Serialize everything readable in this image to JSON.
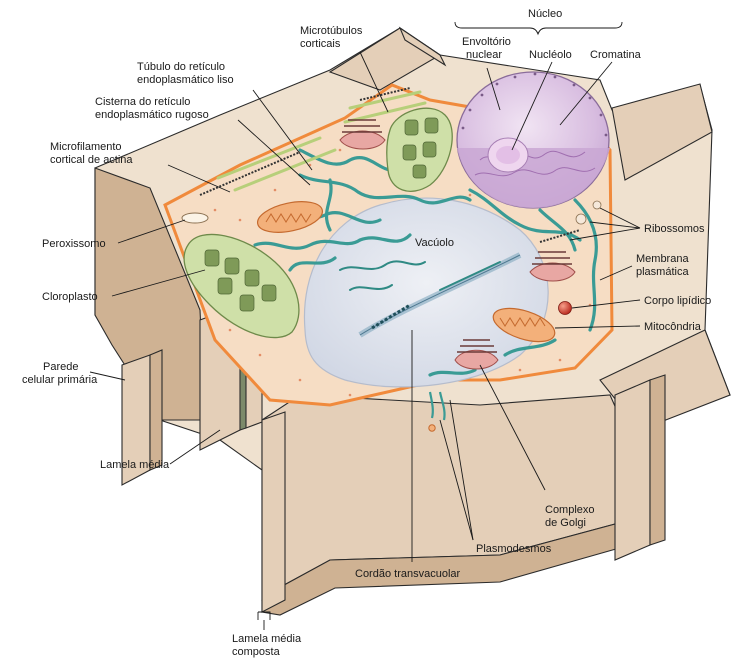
{
  "labels": {
    "nucleo": "Núcleo",
    "envoltorio_1": "Envoltório",
    "envoltorio_2": "nuclear",
    "nucleolo": "Nucléolo",
    "cromatina": "Cromatina",
    "microtubulos_1": "Microtúbulos",
    "microtubulos_2": "corticais",
    "tubulo_1": "Túbulo do retículo",
    "tubulo_2": "endoplasmático liso",
    "cisterna_1": "Cisterna do retículo",
    "cisterna_2": "endoplasmático rugoso",
    "microfilamento_1": "Microfilamento",
    "microfilamento_2": "cortical de actina",
    "peroxissomo": "Peroxissomo",
    "cloroplasto": "Cloroplasto",
    "parede_1": "Parede",
    "parede_2": "celular primária",
    "lamela_media": "Lamela média",
    "lamela_composta_1": "Lamela média",
    "lamela_composta_2": "composta",
    "vacuolo": "Vacúolo",
    "ribossomos": "Ribossomos",
    "membrana_1": "Membrana",
    "membrana_2": "plasmática",
    "corpo_lipidico": "Corpo lipídico",
    "mitocondria": "Mitocôndria",
    "complexo_1": "Complexo",
    "complexo_2": "de Golgi",
    "plasmodesmos": "Plasmodesmos",
    "cordao": "Cordão transvacuolar"
  },
  "colors": {
    "wall": "#e4cfb8",
    "cytoplasm": "#f6ddc4",
    "plasma_membrane": "#f08a3c",
    "vacuole": "#dfe3ee",
    "nucleus": "#d9bfe0",
    "chloroplast": "#cfe0a8",
    "er": "#3a9b95",
    "mitochondria": "#f3b07a",
    "golgi": "#e8a7a3"
  }
}
